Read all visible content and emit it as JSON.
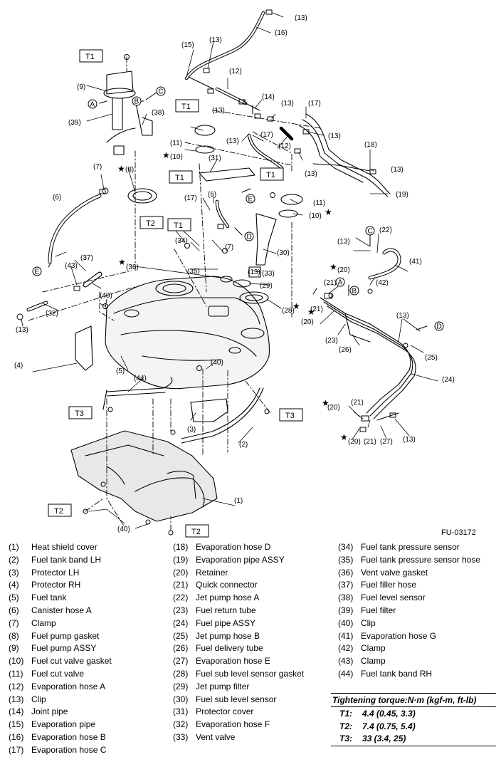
{
  "diagram_code": "FU-03172",
  "callouts": [
    "(1)",
    "(2)",
    "(3)",
    "(4)",
    "(5)",
    "(6)",
    "(7)",
    "(8)",
    "(9)",
    "(10)",
    "(11)",
    "(12)",
    "(13)",
    "(14)",
    "(15)",
    "(16)",
    "(17)",
    "(18)",
    "(19)",
    "(20)",
    "(21)",
    "(22)",
    "(23)",
    "(24)",
    "(25)",
    "(26)",
    "(27)",
    "(28)",
    "(29)",
    "(30)",
    "(31)",
    "(32)",
    "(33)",
    "(34)",
    "(35)",
    "(36)",
    "(37)",
    "(38)",
    "(39)",
    "(40)",
    "(41)",
    "(42)",
    "(43)",
    "(44)"
  ],
  "torque_boxes": [
    "T1",
    "T2",
    "T3"
  ],
  "connection_marks": [
    "A",
    "B",
    "C",
    "D",
    "E"
  ],
  "legend": {
    "col1": [
      {
        "num": "(1)",
        "name": "Heat shield cover"
      },
      {
        "num": "(2)",
        "name": "Fuel tank band LH"
      },
      {
        "num": "(3)",
        "name": "Protector LH"
      },
      {
        "num": "(4)",
        "name": "Protector RH"
      },
      {
        "num": "(5)",
        "name": "Fuel tank"
      },
      {
        "num": "(6)",
        "name": "Canister hose A"
      },
      {
        "num": "(7)",
        "name": "Clamp"
      },
      {
        "num": "(8)",
        "name": "Fuel pump gasket"
      },
      {
        "num": "(9)",
        "name": "Fuel pump ASSY"
      },
      {
        "num": "(10)",
        "name": "Fuel cut valve gasket"
      },
      {
        "num": "(11)",
        "name": "Fuel cut valve"
      },
      {
        "num": "(12)",
        "name": "Evaporation hose A"
      },
      {
        "num": "(13)",
        "name": "Clip"
      },
      {
        "num": "(14)",
        "name": "Joint pipe"
      },
      {
        "num": "(15)",
        "name": "Evaporation pipe"
      },
      {
        "num": "(16)",
        "name": "Evaporation hose B"
      },
      {
        "num": "(17)",
        "name": "Evaporation hose C"
      }
    ],
    "col2": [
      {
        "num": "(18)",
        "name": "Evaporation hose D"
      },
      {
        "num": "(19)",
        "name": "Evaporation pipe ASSY"
      },
      {
        "num": "(20)",
        "name": "Retainer"
      },
      {
        "num": "(21)",
        "name": "Quick connector"
      },
      {
        "num": "(22)",
        "name": "Jet pump hose A"
      },
      {
        "num": "(23)",
        "name": "Fuel return tube"
      },
      {
        "num": "(24)",
        "name": "Fuel pipe ASSY"
      },
      {
        "num": "(25)",
        "name": "Jet pump hose B"
      },
      {
        "num": "(26)",
        "name": "Fuel delivery tube"
      },
      {
        "num": "(27)",
        "name": "Evaporation hose E"
      },
      {
        "num": "(28)",
        "name": "Fuel sub level sensor gasket"
      },
      {
        "num": "(29)",
        "name": "Jet pump filter"
      },
      {
        "num": "(30)",
        "name": "Fuel sub level sensor"
      },
      {
        "num": "(31)",
        "name": "Protector cover"
      },
      {
        "num": "(32)",
        "name": "Evaporation hose F"
      },
      {
        "num": "(33)",
        "name": "Vent valve"
      }
    ],
    "col3": [
      {
        "num": "(34)",
        "name": "Fuel tank pressure sensor"
      },
      {
        "num": "(35)",
        "name": "Fuel tank pressure sensor hose"
      },
      {
        "num": "(36)",
        "name": "Vent valve gasket"
      },
      {
        "num": "(37)",
        "name": "Fuel filler hose"
      },
      {
        "num": "(38)",
        "name": "Fuel level sensor"
      },
      {
        "num": "(39)",
        "name": "Fuel filter"
      },
      {
        "num": "(40)",
        "name": "Clip"
      },
      {
        "num": "(41)",
        "name": "Evaporation hose G"
      },
      {
        "num": "(42)",
        "name": "Clamp"
      },
      {
        "num": "(43)",
        "name": "Clamp"
      },
      {
        "num": "(44)",
        "name": "Fuel tank band RH"
      }
    ]
  },
  "torque": {
    "heading": "Tightening torque:N·m (kgf-m, ft-lb)",
    "rows": [
      {
        "key": "T1:",
        "value": "4.4 (0.45, 3.3)"
      },
      {
        "key": "T2:",
        "value": "7.4 (0.75, 5.4)"
      },
      {
        "key": "T3:",
        "value": "33 (3.4, 25)"
      }
    ]
  }
}
